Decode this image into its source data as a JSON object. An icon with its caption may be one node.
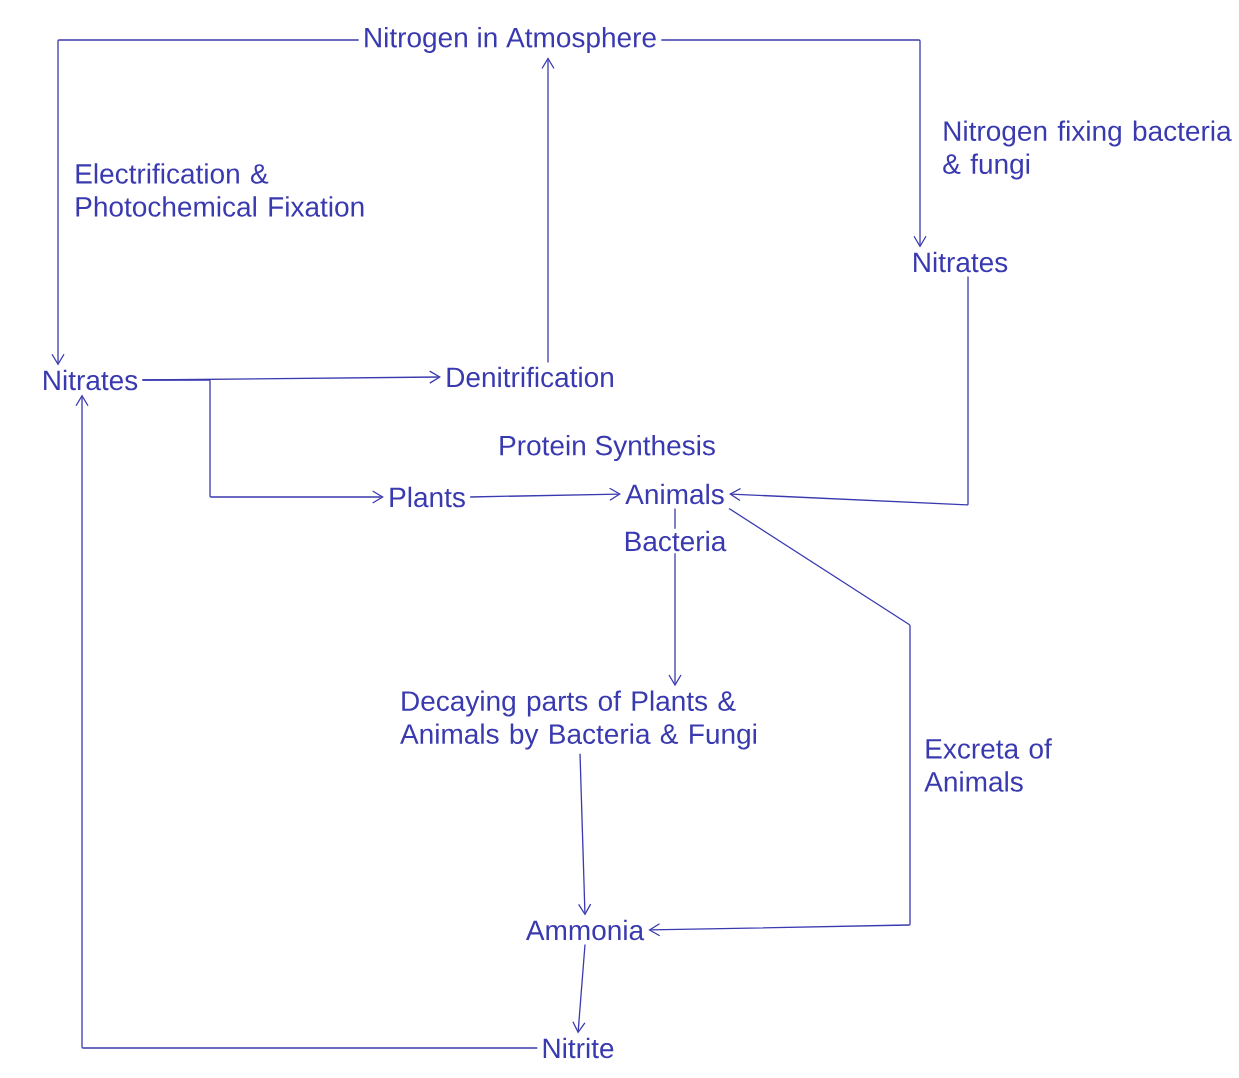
{
  "diagram": {
    "nodes": [
      {
        "text": [
          "Nitrogen in Atmosphere"
        ]
      },
      {
        "text": [
          "Nitrates"
        ]
      },
      {
        "text": [
          "Nitrates"
        ]
      },
      {
        "text": [
          "Denitrification"
        ]
      },
      {
        "text": [
          "Plants"
        ]
      },
      {
        "text": [
          "Animals"
        ]
      },
      {
        "text": [
          "Decaying parts of Plants & Animals by Bacteria & Fungi"
        ]
      },
      {
        "text": [
          "Ammonia"
        ]
      },
      {
        "text": [
          "Nitrite"
        ]
      }
    ],
    "edges": [
      {
        "from": 0,
        "to": 2,
        "arrow": "to",
        "label": "Electrification & Photochemical Fixation"
      },
      {
        "from": 0,
        "to": 1,
        "arrow": "to",
        "label": "Nitrogen fixing bacteria & fungi"
      },
      {
        "from": 3,
        "to": 0,
        "arrow": "to"
      },
      {
        "from": 2,
        "to": 3,
        "arrow": "to"
      },
      {
        "from": 2,
        "to": 4,
        "arrow": "to"
      },
      {
        "from": 4,
        "to": 5,
        "arrow": "to",
        "label": "Protein Synthesis"
      },
      {
        "from": 1,
        "to": 5,
        "arrow": "to"
      },
      {
        "from": 5,
        "to": 7,
        "arrow": "to",
        "label": "Excreta of Animals"
      },
      {
        "from": 5,
        "to": 6,
        "arrow": "to",
        "label": "Bacteria"
      },
      {
        "from": 6,
        "to": 7,
        "arrow": "to"
      },
      {
        "from": 7,
        "to": 8,
        "arrow": "to"
      },
      {
        "from": 8,
        "to": 2,
        "arrow": "to"
      }
    ]
  }
}
